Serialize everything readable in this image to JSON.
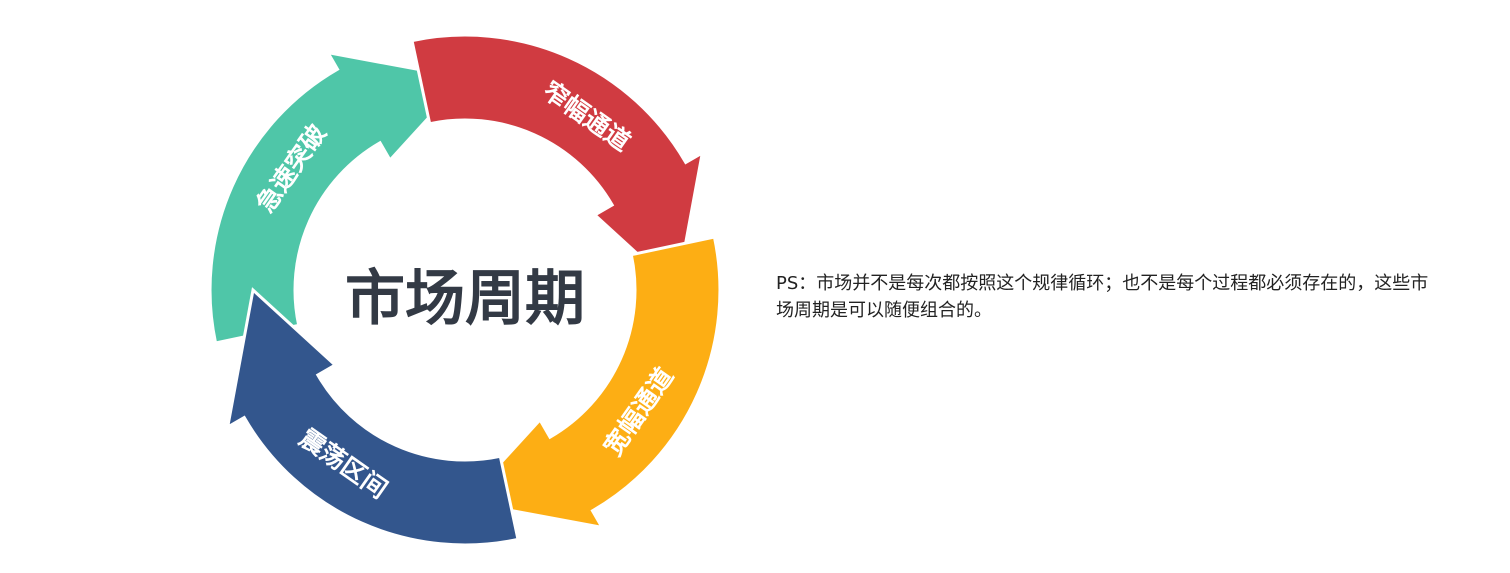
{
  "diagram": {
    "center_title": "市场周期",
    "segments": [
      {
        "label": "急速突破",
        "color": "#4fc6a8"
      },
      {
        "label": "窄幅通道",
        "color": "#d03b41"
      },
      {
        "label": "宽幅通道",
        "color": "#fdae14"
      },
      {
        "label": "震荡区间",
        "color": "#33568d"
      }
    ]
  },
  "note": {
    "text": "PS：市场并不是每次都按照这个规律循环；也不是每个过程都必须存在的，这些市场周期是可以随便组合的。"
  }
}
